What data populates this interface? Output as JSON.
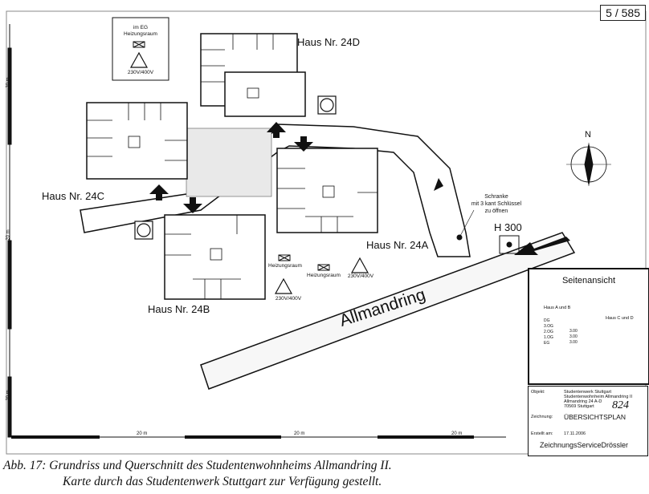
{
  "page_number": "5 / 585",
  "houses": {
    "a": "Haus Nr. 24A",
    "b": "Haus Nr. 24B",
    "c": "Haus Nr. 24C",
    "d": "Haus Nr. 24D"
  },
  "legend_box": {
    "line1": "im EG",
    "line2": "Heizungsraum",
    "voltage": "230V/400V"
  },
  "heating_label": "Heizungsraum",
  "voltage_label": "230V/400V",
  "gate_note": {
    "line1": "Schranke",
    "line2": "mit 3 kant Schlüssel",
    "line3": "zu öffnen"
  },
  "hydrant": "H 300",
  "street": "Allmandring",
  "north": "N",
  "scale_label": "20 m",
  "side_view": {
    "title": "Seitenansicht",
    "group_ab": "Haus A und B",
    "group_cd": "Haus C und D",
    "floors": [
      "DG",
      "3.OG",
      "2.OG",
      "1.OG",
      "EG"
    ],
    "heights": [
      "3.00",
      "3.00",
      "3.00"
    ]
  },
  "title_block": {
    "object_label": "Objekt:",
    "object_lines": [
      "Studentenwerk Stuttgart",
      "Studentenwohnheim Allmandring II",
      "Allmandring 24 A-D",
      "70569 Stuttgart"
    ],
    "handwritten_number": "824",
    "drawing_label": "Zeichnung:",
    "drawing_title": "ÜBERSICHTSPLAN",
    "created_label": "Erstellt am:",
    "created_date": "17.11.2006",
    "company": "ZeichnungsServiceDrössler"
  },
  "caption": {
    "line1": "Abb. 17: Grundriss und Querschnitt des Studentenwohnheims Allmandring II.",
    "line2": "Karte durch das Studentenwerk Stuttgart zur Verfügung gestellt."
  }
}
